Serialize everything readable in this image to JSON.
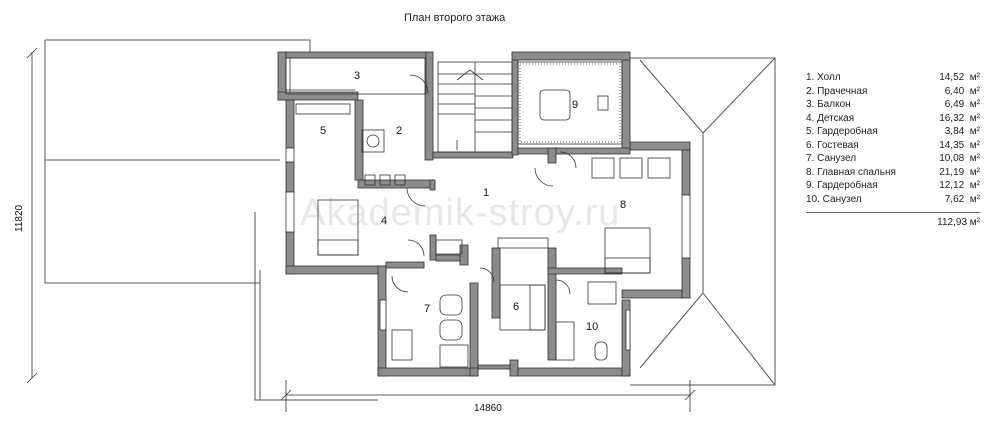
{
  "title": "План второго этажа",
  "legend": [
    {
      "name": "1. Холл",
      "area": "14,52",
      "unit": "м²"
    },
    {
      "name": "2. Прачечная",
      "area": "6,40",
      "unit": "м²"
    },
    {
      "name": "3. Балкон",
      "area": "6,49",
      "unit": "м²"
    },
    {
      "name": "4. Детская",
      "area": "16,32",
      "unit": "м²"
    },
    {
      "name": "5. Гардеробная",
      "area": "3,84",
      "unit": "м²"
    },
    {
      "name": "6. Гостевая",
      "area": "14,35",
      "unit": "м²"
    },
    {
      "name": "7. Санузел",
      "area": "10,08",
      "unit": "м²"
    },
    {
      "name": "8. Главная спальня",
      "area": "21,19",
      "unit": "м²"
    },
    {
      "name": "9. Гардеробная",
      "area": "12,12",
      "unit": "м²"
    },
    {
      "name": "10. Санузел",
      "area": "7,62",
      "unit": "м²"
    }
  ],
  "total": "112,93 м²",
  "dimensions": {
    "width": "14860",
    "height": "11820"
  },
  "room_numbers": [
    "1",
    "2",
    "3",
    "4",
    "5",
    "6",
    "7",
    "8",
    "9",
    "10"
  ],
  "watermark": "Akademik-stroy.ru",
  "colors": {
    "wall": "#8c8c8c",
    "line": "#333333",
    "roof": "#555555"
  }
}
